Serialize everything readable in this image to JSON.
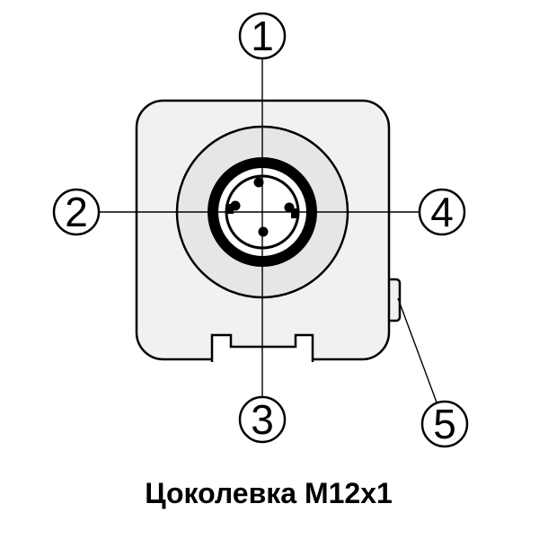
{
  "caption": "Цоколевка M12x1",
  "callouts": [
    {
      "label": "1"
    },
    {
      "label": "2"
    },
    {
      "label": "3"
    },
    {
      "label": "4"
    },
    {
      "label": "5"
    }
  ],
  "colors": {
    "outline": "#000000",
    "body_fill": "#f1f1f1",
    "face_fill": "#e6e6e6",
    "ring_gap_fill": "#ffffff",
    "inner_fill": "#ffffff",
    "background": "#ffffff"
  }
}
